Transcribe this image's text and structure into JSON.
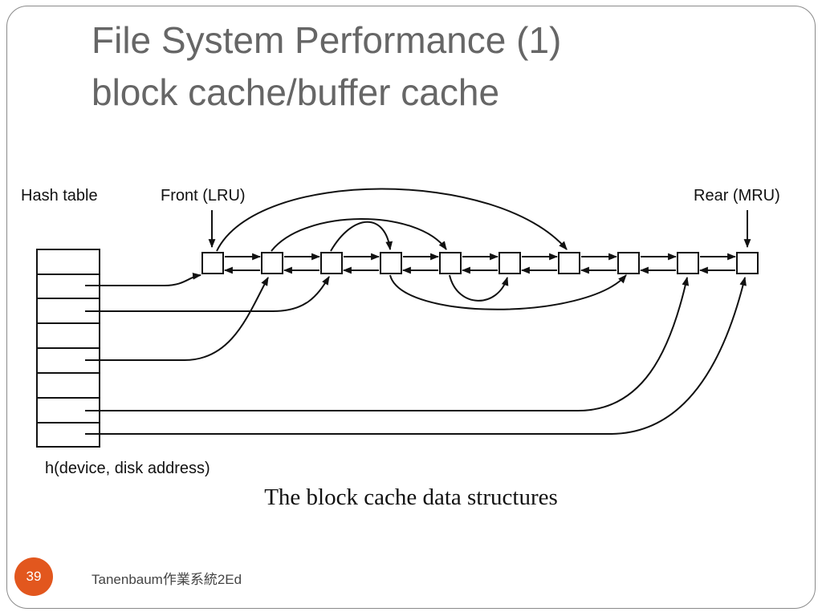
{
  "slide": {
    "title_line1": "File System Performance (1)",
    "title_line2": "block cache/buffer cache",
    "caption": "The block cache data structures",
    "page_number": "39",
    "footer": "Tanenbaum作業系統2Ed",
    "accent_color": "#e2571e"
  },
  "diagram": {
    "hash_table_label": "Hash table",
    "front_label": "Front (LRU)",
    "rear_label": "Rear (MRU)",
    "hash_function_label": "h(device, disk address)",
    "hash_table_slots": 8,
    "lru_chain_blocks": 10
  }
}
